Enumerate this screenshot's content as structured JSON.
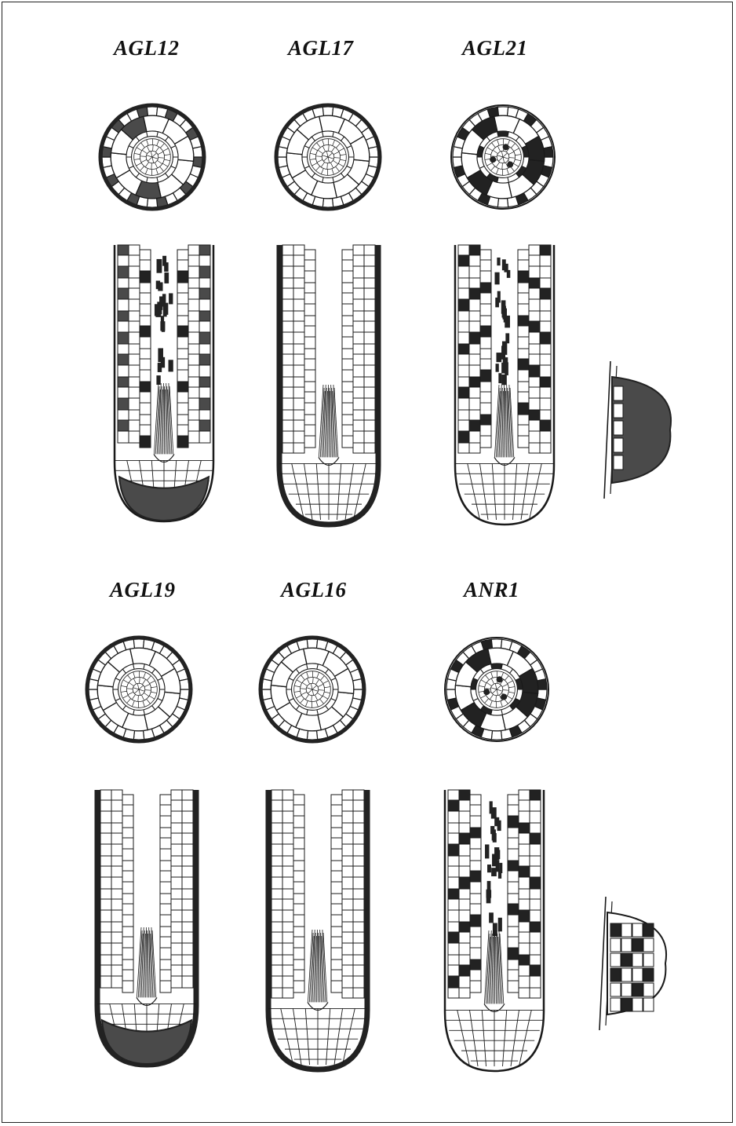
{
  "figure": {
    "panels": [
      {
        "gene": "AGL12",
        "cross_section": "epidermis_and_dark_ring",
        "longitudinal": "dark_tip_and_stele",
        "has_lateral_root": false
      },
      {
        "gene": "AGL17",
        "cross_section": "dark_outer_ring",
        "longitudinal": "dark_outer_sides",
        "has_lateral_root": false
      },
      {
        "gene": "AGL21",
        "cross_section": "patchy_inner",
        "longitudinal": "patchy",
        "has_lateral_root": true
      },
      {
        "gene": "AGL19",
        "cross_section": "dark_outer_ring",
        "longitudinal": "dark_outer_sides_and_tip",
        "has_lateral_root": false
      },
      {
        "gene": "AGL16",
        "cross_section": "dark_outer_ring",
        "longitudinal": "dark_outer_sides",
        "has_lateral_root": false
      },
      {
        "gene": "ANR1",
        "cross_section": "patchy_inner",
        "longitudinal": "patchy",
        "has_lateral_root": true
      }
    ]
  },
  "colors": {
    "ink": "#1a1a1a",
    "stain": "#4a4a4a",
    "heavy": "#222222",
    "paper": "#ffffff"
  }
}
